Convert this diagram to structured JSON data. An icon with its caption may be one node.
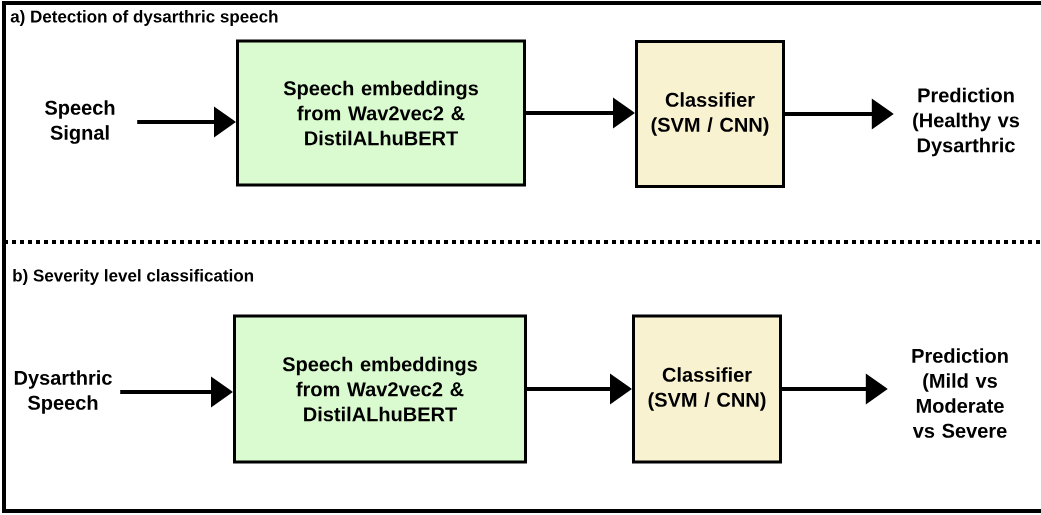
{
  "diagram": {
    "nodes": [
      {
        "text": [
          "Speech Signal"
        ]
      },
      {
        "text": [
          "Speech embeddings from Wav2vec2 & DistilALhuBERT"
        ]
      },
      {
        "text": [
          "Classifier (SVM / CNN)"
        ]
      },
      {
        "text": [
          "Prediction (Healthy vs Dysarthric"
        ]
      },
      {
        "text": [
          "Dysarthric Speech"
        ]
      },
      {
        "text": [
          "Speech embeddings from Wav2vec2 & DistilALhuBERT"
        ]
      },
      {
        "text": [
          "Classifier (SVM / CNN)"
        ]
      },
      {
        "text": [
          "Prediction (Mild vs Moderate vs Severe"
        ]
      }
    ],
    "edges": [
      {
        "from": 0,
        "to": 1,
        "arrow": "to"
      },
      {
        "from": 1,
        "to": 2,
        "arrow": "to"
      },
      {
        "from": 2,
        "to": 3,
        "arrow": "to"
      },
      {
        "from": 4,
        "to": 5,
        "arrow": "to"
      },
      {
        "from": 5,
        "to": 6,
        "arrow": "to"
      },
      {
        "from": 6,
        "to": 7,
        "arrow": "to"
      }
    ],
    "labels": [
      "a) Detection of dysarthric speech",
      "b) Severity level classification"
    ]
  }
}
